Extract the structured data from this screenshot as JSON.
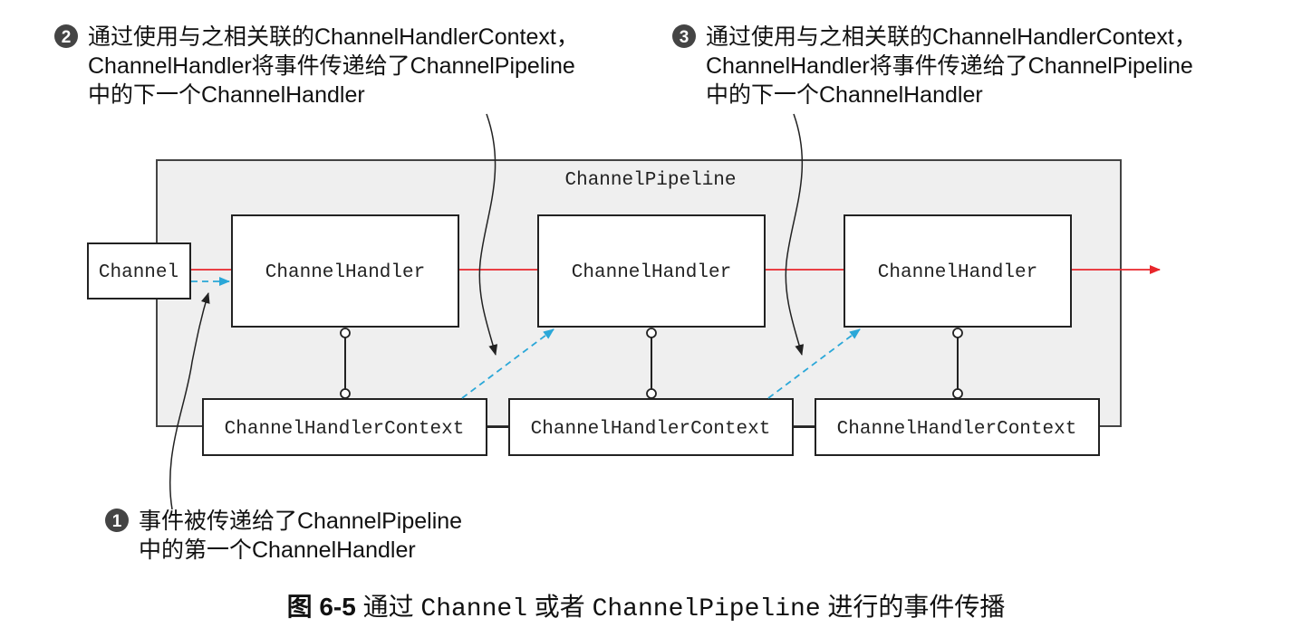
{
  "pipeline": {
    "title": "ChannelPipeline",
    "channel_label": "Channel",
    "handlers": [
      "ChannelHandler",
      "ChannelHandler",
      "ChannelHandler"
    ],
    "contexts": [
      "ChannelHandlerContext",
      "ChannelHandlerContext",
      "ChannelHandlerContext"
    ]
  },
  "annotations": {
    "step1": {
      "badge": "1",
      "lines": [
        "事件被传递给了ChannelPipeline",
        "中的第一个ChannelHandler"
      ]
    },
    "step2": {
      "badge": "2",
      "lines": [
        "通过使用与之相关联的ChannelHandlerContext，",
        "ChannelHandler将事件传递给了ChannelPipeline",
        "中的下一个ChannelHandler"
      ]
    },
    "step3": {
      "badge": "3",
      "lines": [
        "通过使用与之相关联的ChannelHandlerContext，",
        "ChannelHandler将事件传递给了ChannelPipeline",
        "中的下一个ChannelHandler"
      ]
    }
  },
  "caption": {
    "figure": "图 6-5",
    "part1": "通过 ",
    "code1": "Channel",
    "part2": " 或者 ",
    "code2": "ChannelPipeline",
    "part3": " 进行的事件传播"
  },
  "colors": {
    "event_flow": "#e8262b",
    "context_flow": "#2aa7d8",
    "pipeline_fill": "#efefef",
    "badge": "#444444"
  }
}
